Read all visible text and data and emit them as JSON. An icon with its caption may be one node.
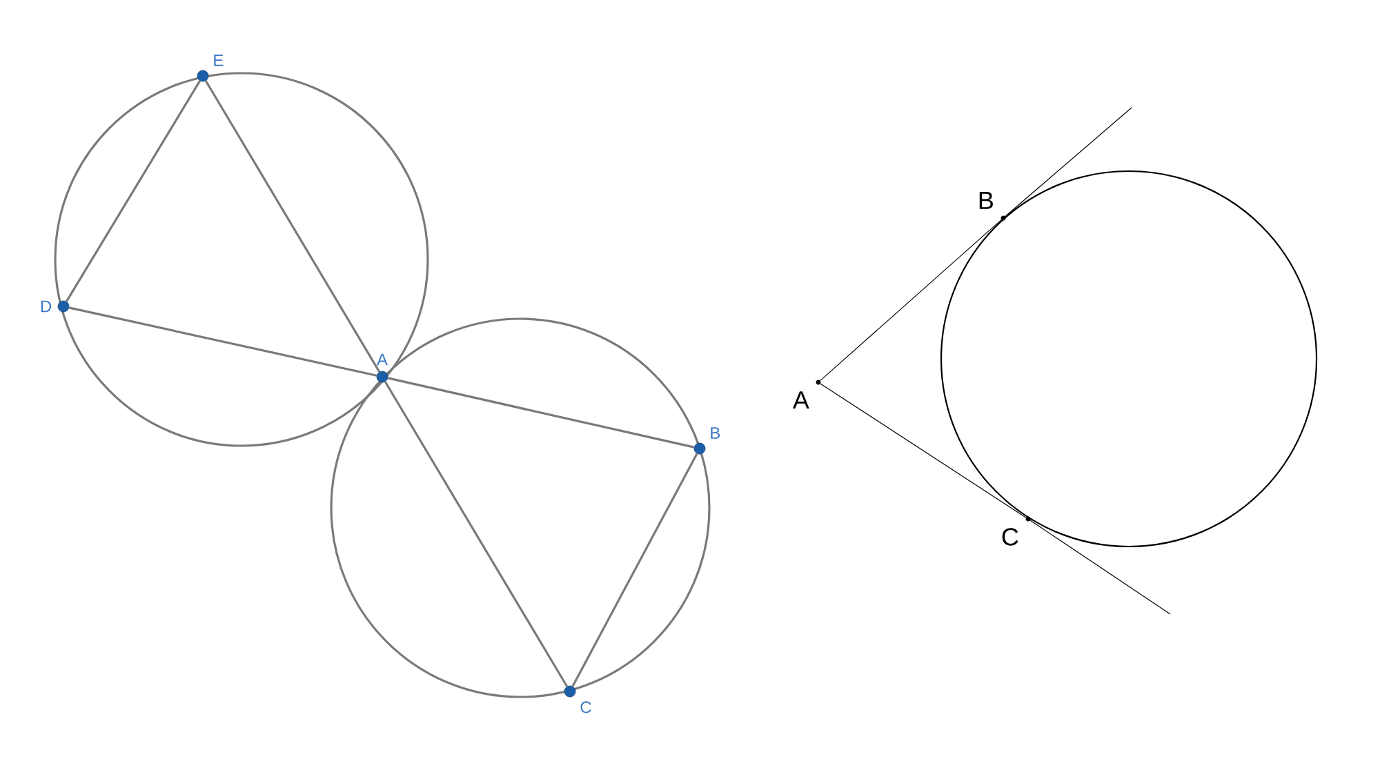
{
  "diagram": {
    "nodes": [
      {
        "text": [
          "E"
        ]
      },
      {
        "text": [
          "D"
        ]
      },
      {
        "text": [
          "A"
        ]
      },
      {
        "text": [
          "B"
        ]
      },
      {
        "text": [
          "C"
        ]
      },
      {
        "text": [
          "B"
        ]
      },
      {
        "text": [
          "A"
        ]
      },
      {
        "text": [
          "C"
        ]
      }
    ],
    "edges": [
      {
        "from": 1,
        "to": 0,
        "arrow": "none"
      },
      {
        "from": 0,
        "to": 2,
        "arrow": "none"
      },
      {
        "from": 2,
        "to": 4,
        "arrow": "none"
      },
      {
        "from": 1,
        "to": 2,
        "arrow": "none"
      },
      {
        "from": 2,
        "to": 3,
        "arrow": "none"
      },
      {
        "from": 3,
        "to": 4,
        "arrow": "none"
      },
      {
        "from": 6,
        "to": 5,
        "arrow": "none",
        "color": "#000000"
      },
      {
        "from": 6,
        "to": 7,
        "arrow": "none",
        "color": "#000000"
      }
    ]
  }
}
